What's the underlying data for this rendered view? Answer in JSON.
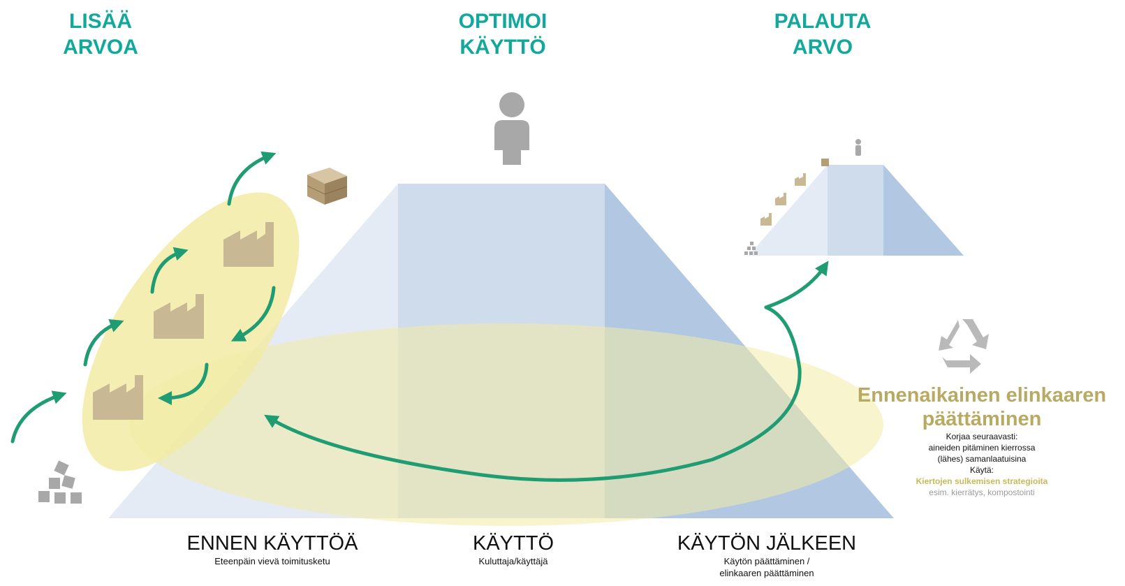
{
  "headings": {
    "add_value": [
      "LISÄÄ",
      "ARVOA"
    ],
    "optimize_use": [
      "OPTIMOI",
      "KÄYTTÖ"
    ],
    "restore_value": [
      "PALAUTA",
      "ARVO"
    ]
  },
  "phases": {
    "before": {
      "title": "ENNEN KÄYTTÖÄ",
      "subtitle": [
        "Eteenpäin vievä toimitusketu"
      ]
    },
    "use": {
      "title": "KÄYTTÖ",
      "subtitle": [
        "Kuluttaja/käyttäjä"
      ]
    },
    "after": {
      "title": "KÄYTÖN JÄLKEEN",
      "subtitle": [
        "Käytön päättäminen /",
        "elinkaaren päättäminen"
      ]
    }
  },
  "side_note": {
    "title": [
      "Ennenaikainen elinkaaren",
      "päättäminen"
    ],
    "lines": [
      "Korjaa seuraavasti:",
      "aineiden pitäminen kierrossa",
      "(lähes) samanlaatuisina",
      "Käytä:"
    ],
    "strategy": "Kiertojen sulkemisen strategioita",
    "example": "esim. kierrätys, kompostointi"
  },
  "icons": [
    "person-icon",
    "factory-icon",
    "box-icon",
    "raw-material-blocks-icon",
    "recycle-icon"
  ],
  "colors": {
    "heading_teal": "#12a89c",
    "arrow_green": "#1f9c72",
    "pyramid_light": "#e4ebf4",
    "pyramid_mid": "#cfdcec",
    "pyramid_dark": "#b1c7e2",
    "ellipse_yellow": "#f2eba6",
    "factory_tan": "#c8b894",
    "icon_grey": "#a8a8a8",
    "side_title_olive": "#b8aa63"
  }
}
